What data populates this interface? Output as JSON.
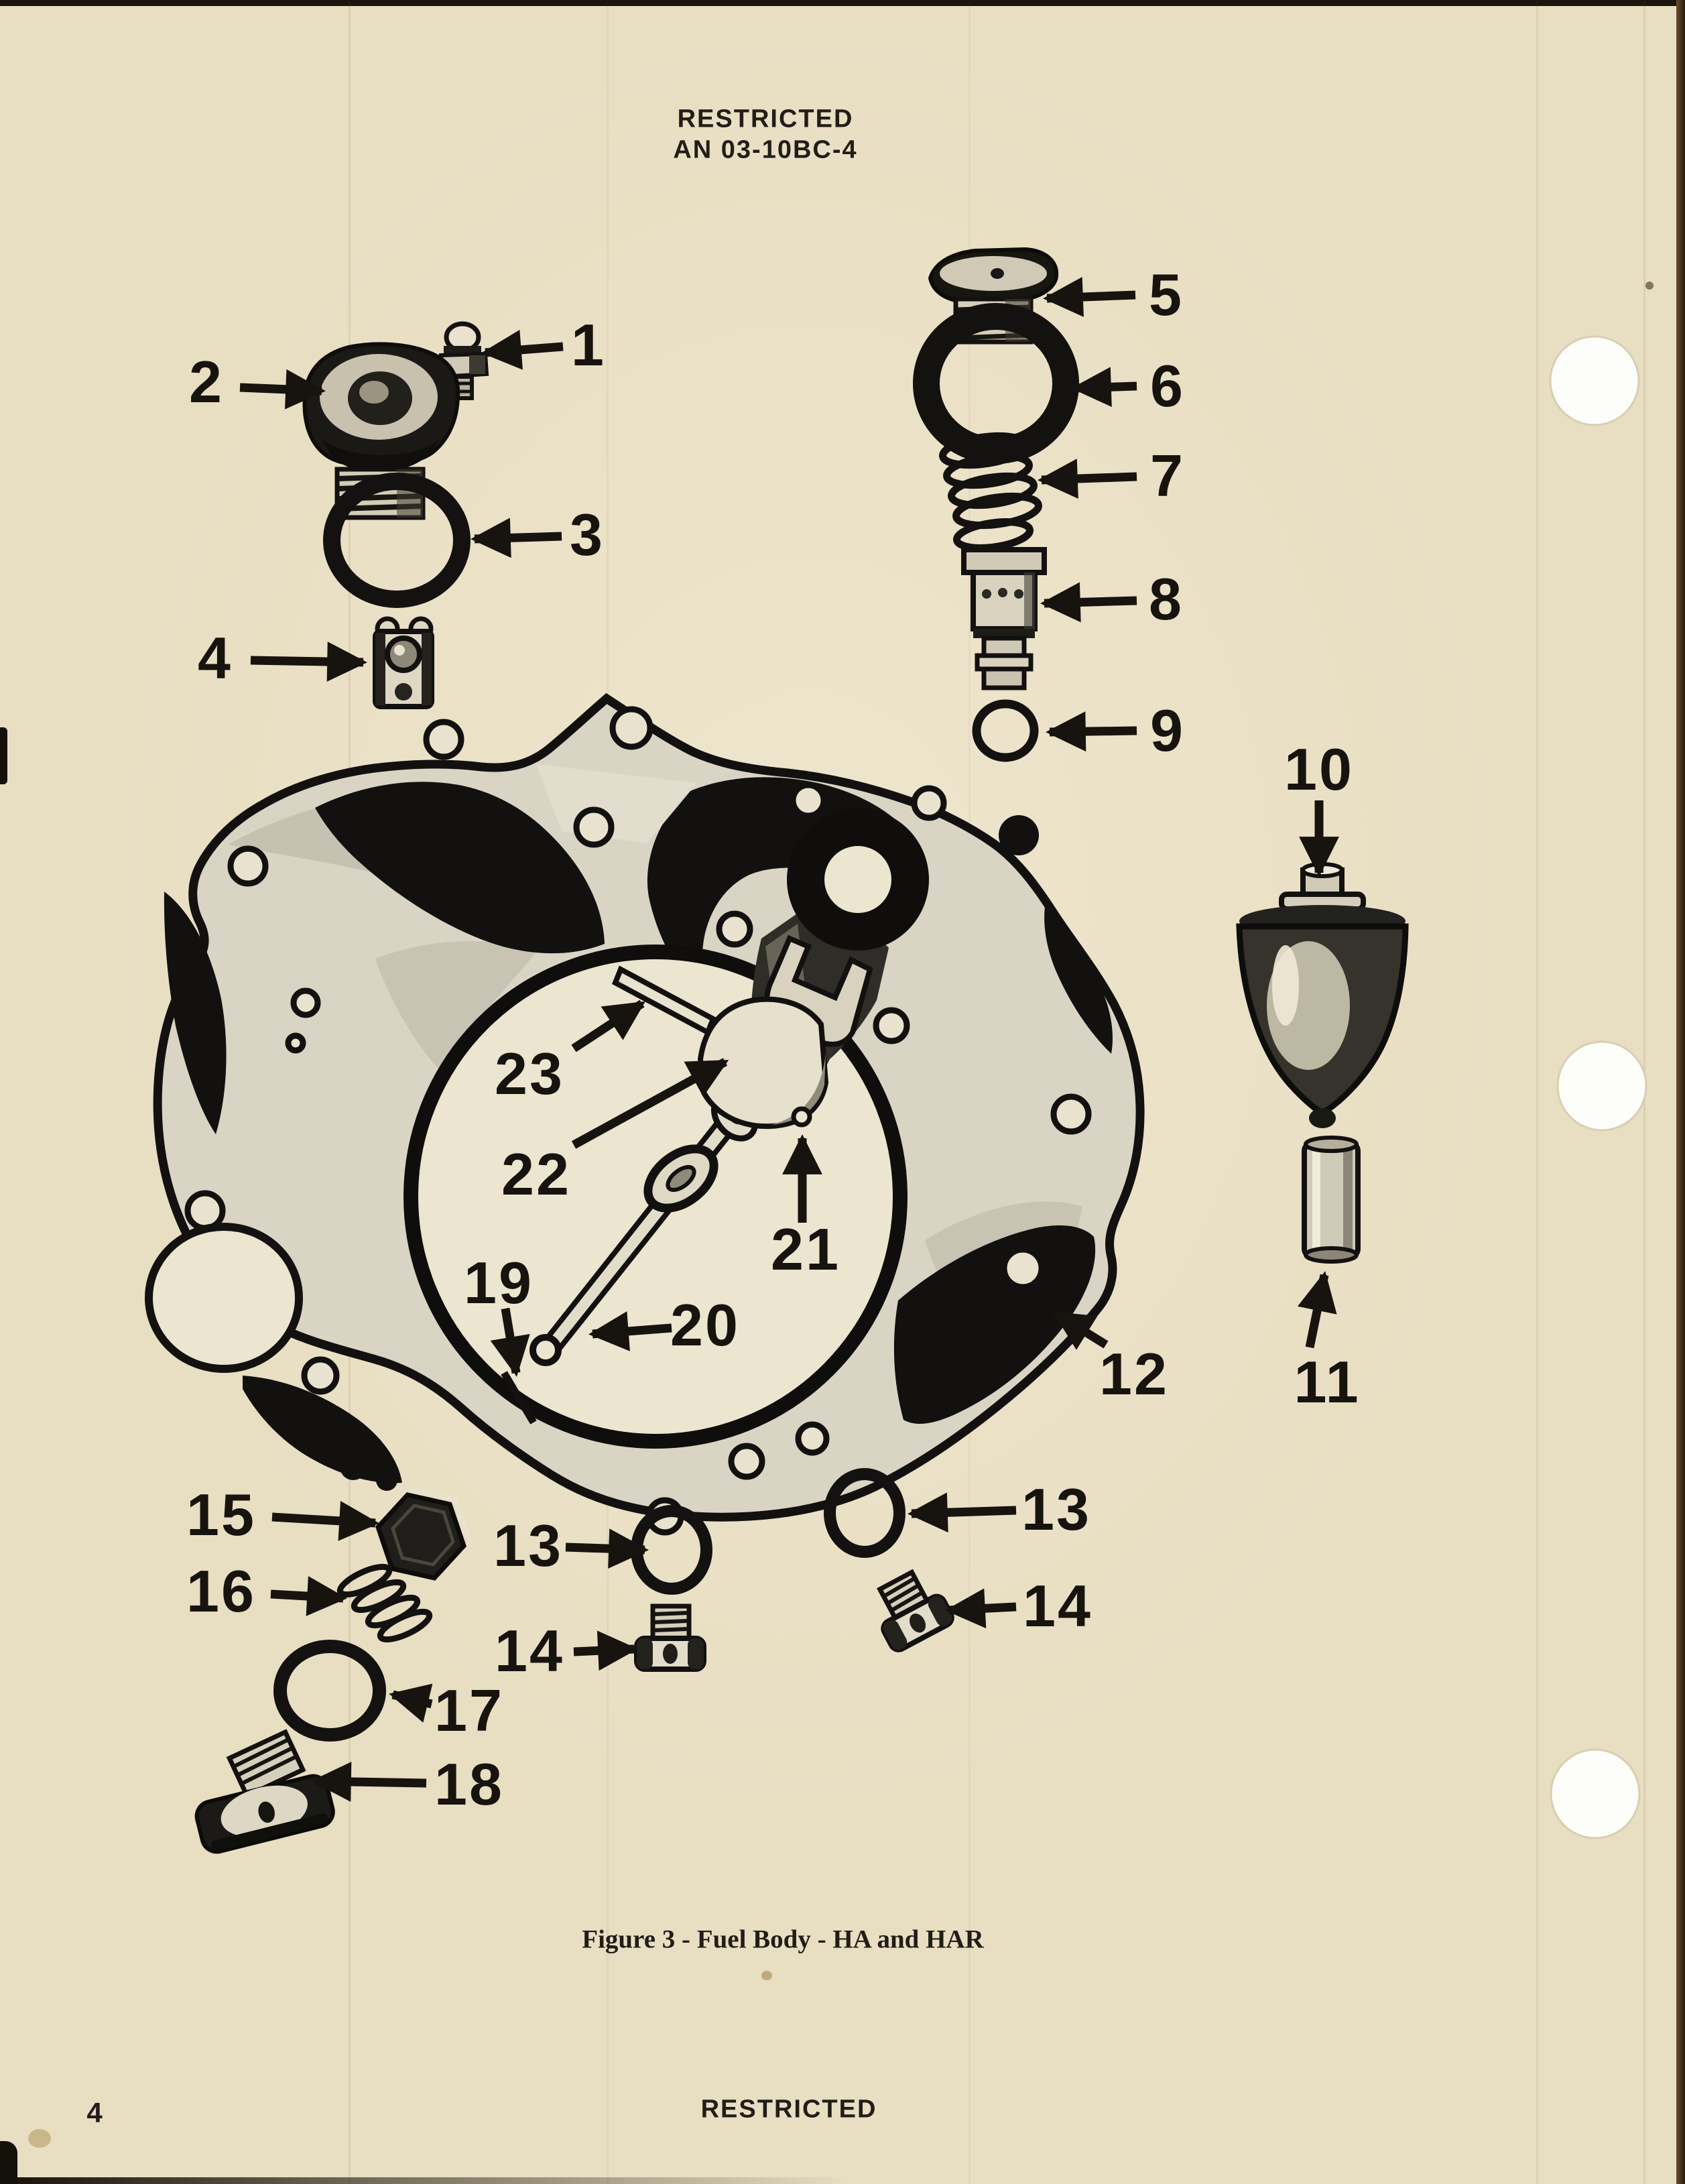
{
  "page": {
    "header_line1": "RESTRICTED",
    "header_line2": "AN 03-10BC-4",
    "caption": "Figure 3 - Fuel Body - HA and HAR",
    "footer_classification": "RESTRICTED",
    "page_number": "4"
  },
  "figure": {
    "title": "Figure 3 - Fuel Body - HA and HAR",
    "type": "exploded-parts-diagram",
    "callouts": [
      {
        "id": "1",
        "label": "1"
      },
      {
        "id": "2",
        "label": "2"
      },
      {
        "id": "3",
        "label": "3"
      },
      {
        "id": "4",
        "label": "4"
      },
      {
        "id": "5",
        "label": "5"
      },
      {
        "id": "6",
        "label": "6"
      },
      {
        "id": "7",
        "label": "7"
      },
      {
        "id": "8",
        "label": "8"
      },
      {
        "id": "9",
        "label": "9"
      },
      {
        "id": "10",
        "label": "10"
      },
      {
        "id": "11",
        "label": "11"
      },
      {
        "id": "12",
        "label": "12"
      },
      {
        "id": "13a",
        "label": "13"
      },
      {
        "id": "13b",
        "label": "13"
      },
      {
        "id": "14a",
        "label": "14"
      },
      {
        "id": "14b",
        "label": "14"
      },
      {
        "id": "15",
        "label": "15"
      },
      {
        "id": "16",
        "label": "16"
      },
      {
        "id": "17",
        "label": "17"
      },
      {
        "id": "18",
        "label": "18"
      },
      {
        "id": "19",
        "label": "19"
      },
      {
        "id": "20",
        "label": "20"
      },
      {
        "id": "21",
        "label": "21"
      },
      {
        "id": "22",
        "label": "22"
      },
      {
        "id": "23",
        "label": "23"
      }
    ]
  },
  "colors": {
    "paper": "#e8dec2",
    "ink": "#1a1713",
    "punch_hole": "#fdfdfa"
  }
}
